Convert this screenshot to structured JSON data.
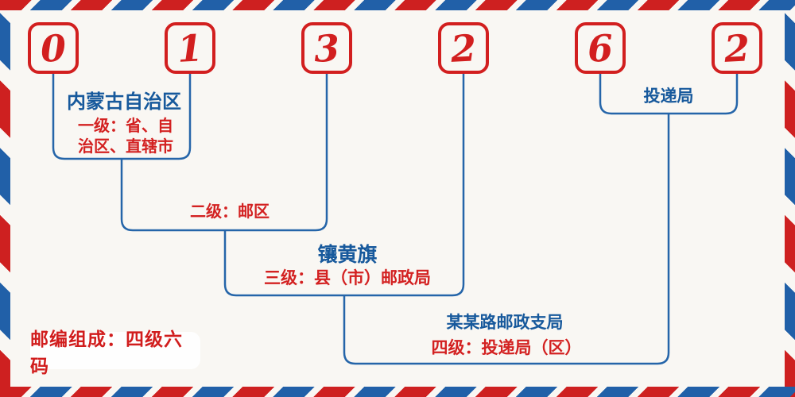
{
  "postal_code": {
    "digits": [
      "0",
      "1",
      "3",
      "2",
      "6",
      "2"
    ]
  },
  "levels": {
    "level1": {
      "place": "内蒙古自治区",
      "desc": "一级：省、自\n治区、直辖市"
    },
    "level2": {
      "desc": "二级：邮区"
    },
    "level3": {
      "place": "镶黄旗",
      "desc": "三级：县（市）邮政局"
    },
    "level4": {
      "place": "某某路邮政支局",
      "desc": "四级：投递局（区）"
    },
    "delivery_office": {
      "place": "投递局"
    }
  },
  "badge": {
    "text": "邮编组成：四级六码"
  },
  "colors": {
    "stripe_red": "#ce2020",
    "stripe_blue": "#2160a8",
    "digit_red": "#d21f1f",
    "text_blue": "#17599c",
    "text_red": "#d32121",
    "line_blue": "#2565a9",
    "background": "#f9f7f3",
    "badge_background": "#fefefe"
  }
}
